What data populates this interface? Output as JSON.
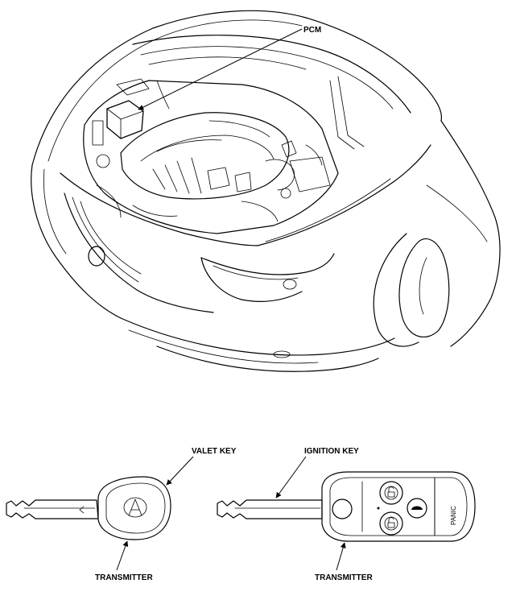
{
  "labels": {
    "pcm": "PCM",
    "valet_key": "VALET KEY",
    "ignition_key": "IGNITION KEY",
    "transmitter_left": "TRANSMITTER",
    "transmitter_right": "TRANSMITTER",
    "panic": "PANIC"
  }
}
